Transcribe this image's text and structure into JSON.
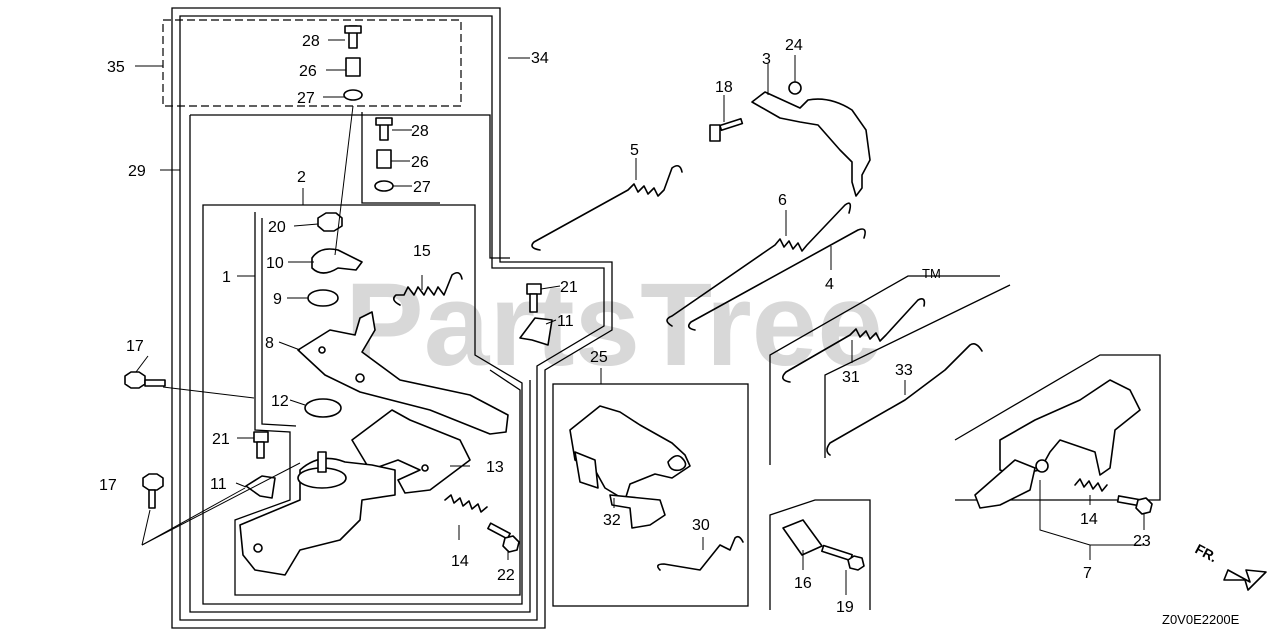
{
  "watermark": "PartsTree",
  "watermark_tm": "TM",
  "diagram_code": "Z0V0E2200E",
  "direction_label": "FR.",
  "callouts": [
    "35",
    "34",
    "28",
    "26",
    "27",
    "29",
    "28",
    "26",
    "27",
    "3",
    "24",
    "18",
    "5",
    "2",
    "20",
    "10",
    "15",
    "1",
    "9",
    "21",
    "11",
    "8",
    "17",
    "12",
    "21",
    "17",
    "11",
    "13",
    "14",
    "22",
    "25",
    "32",
    "30",
    "6",
    "4",
    "31",
    "33",
    "14",
    "23",
    "7",
    "16",
    "19"
  ]
}
